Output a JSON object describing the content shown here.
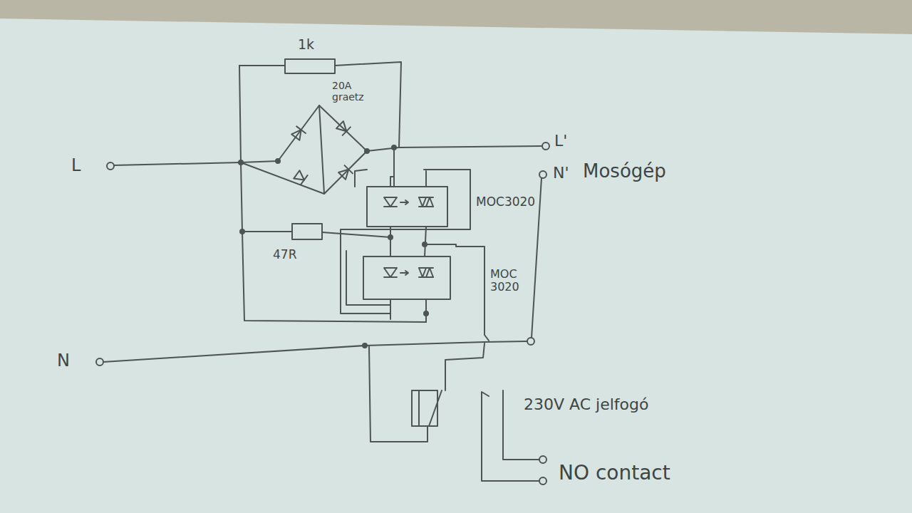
{
  "diagram": {
    "labels": [
      "1k",
      "20A graetz",
      "L",
      "L'",
      "N'",
      "Mosógép",
      "MOC3020",
      "47R",
      "MOC 3020",
      "N",
      "230V AC jelfogó",
      "NO contact"
    ]
  }
}
